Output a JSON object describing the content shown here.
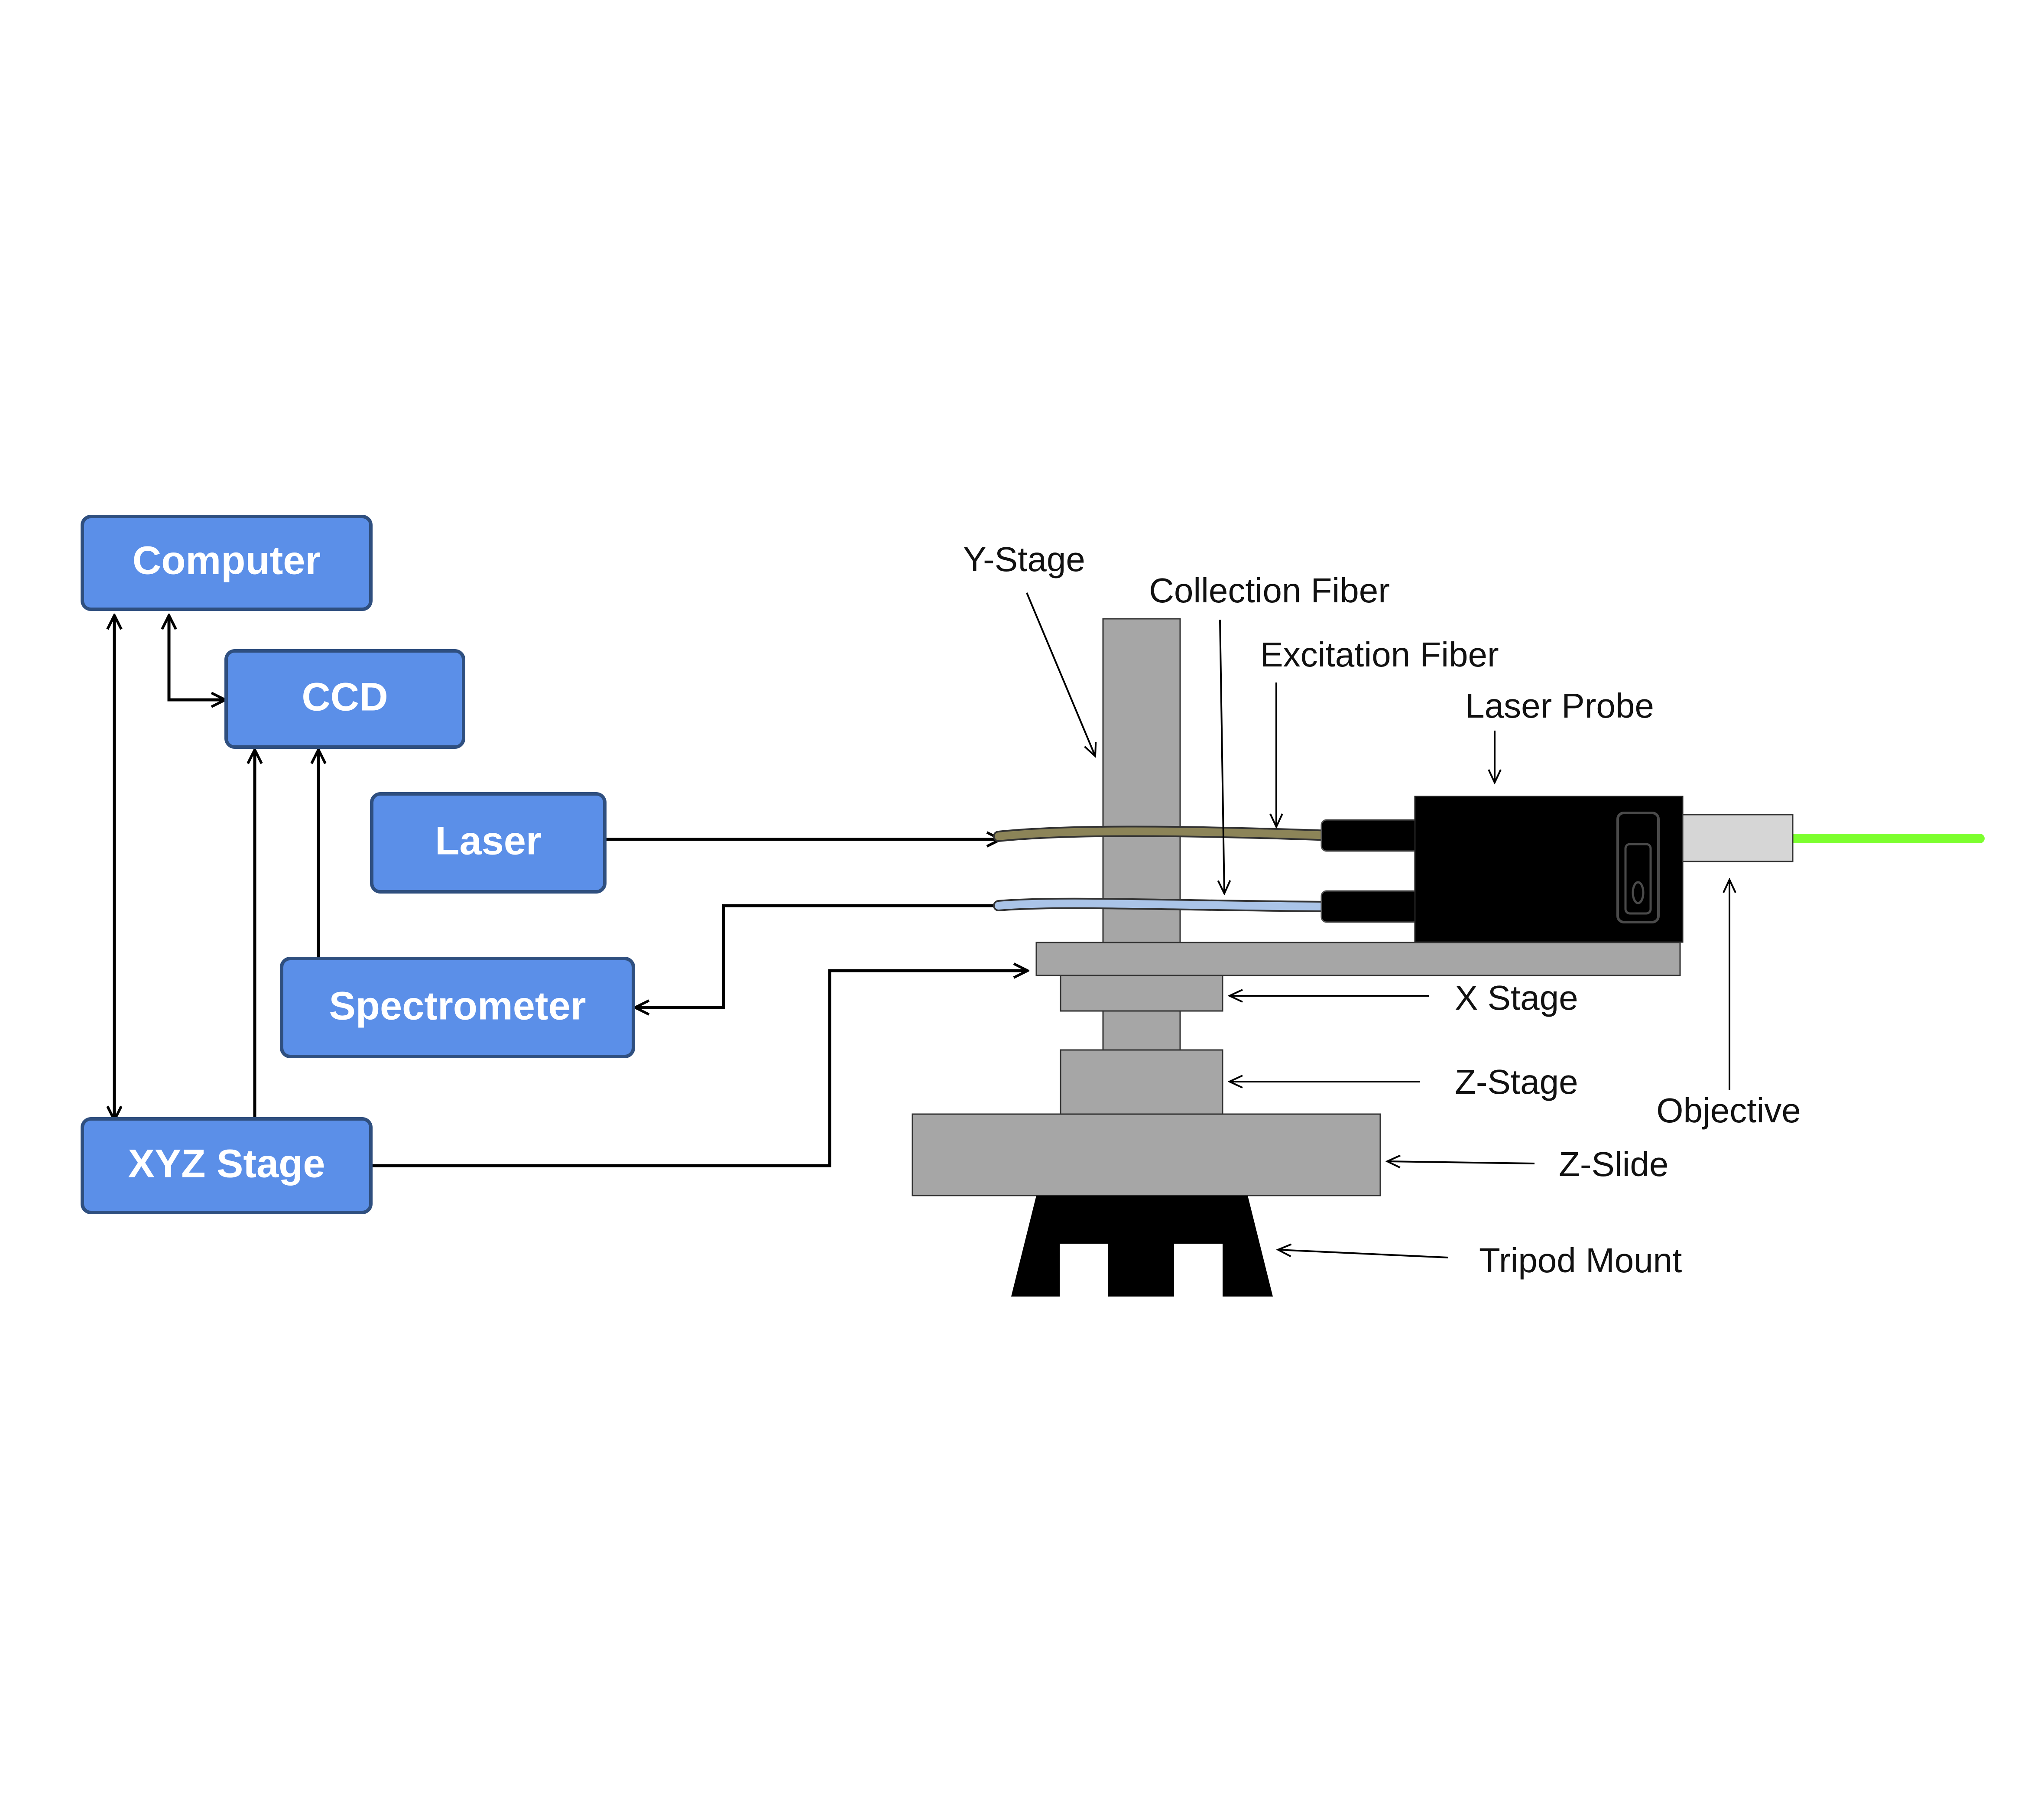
{
  "colors": {
    "box_fill": "#5b8fe8",
    "box_stroke": "#2f4f7f",
    "stage_gray": "#a6a6a6",
    "probe_black": "#000000",
    "objective_gray": "#d6d6d6",
    "laser_green": "#7cff2e",
    "excitation_fiber": "#8c8458",
    "collection_fiber": "#aac4e8"
  },
  "blocks": {
    "computer": "Computer",
    "ccd": "CCD",
    "laser": "Laser",
    "spectrometer": "Spectrometer",
    "xyz_stage": "XYZ Stage"
  },
  "labels": {
    "y_stage": "Y-Stage",
    "collection_fiber": "Collection Fiber",
    "excitation_fiber": "Excitation Fiber",
    "laser_probe": "Laser Probe",
    "x_stage": "X Stage",
    "z_stage": "Z-Stage",
    "objective": "Objective",
    "z_slide": "Z-Slide",
    "tripod_mount": "Tripod Mount"
  }
}
